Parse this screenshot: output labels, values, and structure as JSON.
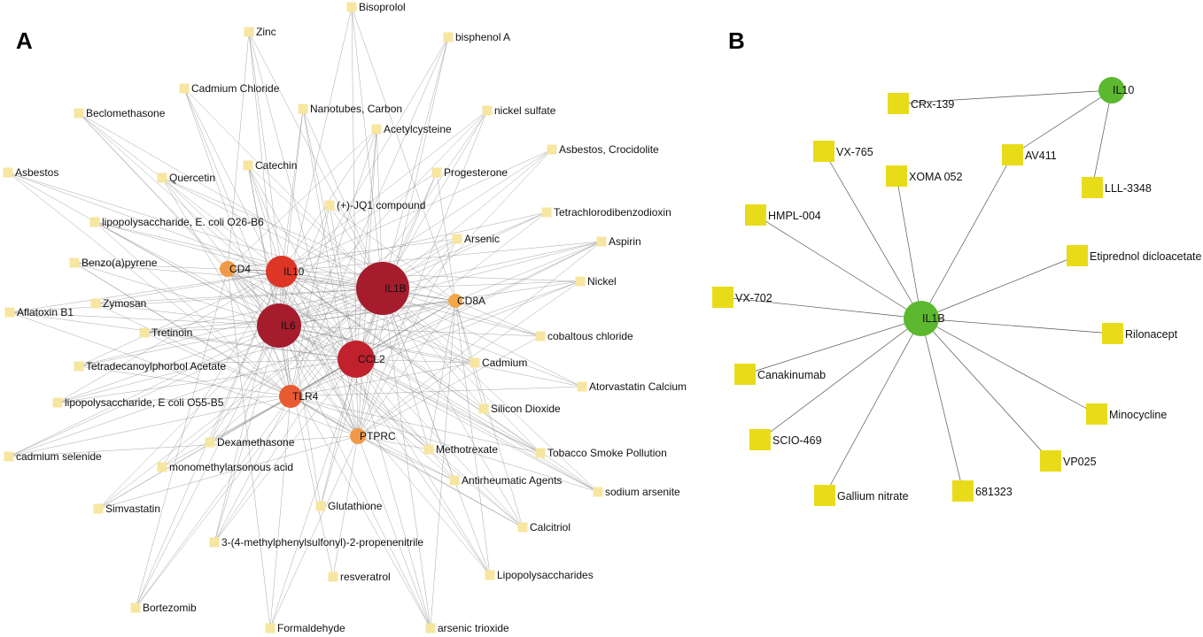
{
  "panels": [
    {
      "id": "A",
      "label": "A",
      "colors": {
        "drug": "#f7e6a0",
        "edge": "#8a8a8a"
      },
      "hubs": [
        {
          "id": "IL1B",
          "label": "IL1B",
          "color": "#a51c2c",
          "rank": 1
        },
        {
          "id": "IL6",
          "label": "IL6",
          "color": "#a51c2c",
          "rank": 1
        },
        {
          "id": "CCL2",
          "label": "CCL2",
          "color": "#c0212c",
          "rank": 2
        },
        {
          "id": "IL10",
          "label": "IL10",
          "color": "#dd3526",
          "rank": 3
        },
        {
          "id": "TLR4",
          "label": "TLR4",
          "color": "#e85b32",
          "rank": 4
        },
        {
          "id": "CD4",
          "label": "CD4",
          "color": "#f09a48",
          "rank": 5
        },
        {
          "id": "CD8A",
          "label": "CD8A",
          "color": "#f3a748",
          "rank": 5
        },
        {
          "id": "PTPRC",
          "label": "PTPRC",
          "color": "#f09a48",
          "rank": 5
        }
      ],
      "drugs": [
        "Bisoprolol",
        "Zinc",
        "bisphenol A",
        "Cadmium Chloride",
        "Nanotubes, Carbon",
        "nickel sulfate",
        "Beclomethasone",
        "Acetylcysteine",
        "Asbestos, Crocidolite",
        "Catechin",
        "Progesterone",
        "Asbestos",
        "Quercetin",
        "(+)-JQ1 compound",
        "Tetrachlorodibenzodioxin",
        "lipopolysaccharide, E. coli O26-B6",
        "Arsenic",
        "Aspirin",
        "Benzo(a)pyrene",
        "Nickel",
        "Aflatoxin B1",
        "Zymosan",
        "Tretinoin",
        "cobaltous chloride",
        "Tetradecanoylphorbol Acetate",
        "Cadmium",
        "Atorvastatin Calcium",
        "lipopolysaccharide, E coli O55-B5",
        "Silicon Dioxide",
        "Dexamethasone",
        "cadmium selenide",
        "monomethylarsonous acid",
        "Methotrexate",
        "Tobacco Smoke Pollution",
        "Antirheumatic Agents",
        "sodium arsenite",
        "Simvastatin",
        "Glutathione",
        "Calcitriol",
        "3-(4-methylphenylsulfonyl)-2-propenenitrile",
        "resveratrol",
        "Lipopolysaccharides",
        "Bortezomib",
        "Formaldehyde",
        "arsenic trioxide"
      ]
    },
    {
      "id": "B",
      "label": "B",
      "colors": {
        "gene": "#5cb82e",
        "drug": "#e8dc1a",
        "edge": "#555555"
      },
      "genes": [
        {
          "id": "IL10",
          "label": "IL10"
        },
        {
          "id": "IL1B",
          "label": "IL1B"
        }
      ],
      "drugs": [
        {
          "label": "CRx-139",
          "target": "IL10"
        },
        {
          "label": "VX-765",
          "target": "IL1B"
        },
        {
          "label": "XOMA 052",
          "target": "IL1B"
        },
        {
          "label": "AV411",
          "target": "IL1B"
        },
        {
          "label": "LLL-3348",
          "target": "IL10"
        },
        {
          "label": "HMPL-004",
          "target": "IL1B"
        },
        {
          "label": "Etiprednol dicloacetate",
          "target": "IL1B"
        },
        {
          "label": "VX-702",
          "target": "IL1B"
        },
        {
          "label": "Rilonacept",
          "target": "IL1B"
        },
        {
          "label": "Canakinumab",
          "target": "IL1B"
        },
        {
          "label": "Minocycline",
          "target": "IL1B"
        },
        {
          "label": "SCIO-469",
          "target": "IL1B"
        },
        {
          "label": "VP025",
          "target": "IL1B"
        },
        {
          "label": "Gallium nitrate",
          "target": "IL1B"
        },
        {
          "label": "681323",
          "target": "IL1B"
        }
      ],
      "gene_links": [
        {
          "source": "AV411",
          "target": "IL10"
        }
      ]
    }
  ]
}
